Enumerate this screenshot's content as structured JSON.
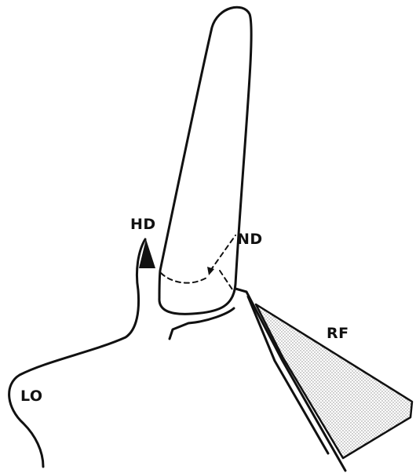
{
  "diagram": {
    "labels": {
      "hd": "HD",
      "nd": "ND",
      "rf": "RF",
      "lo": "LO"
    },
    "colors": {
      "ink": "#111111",
      "stipple": "#8a8a8a",
      "background": "#ffffff"
    }
  }
}
